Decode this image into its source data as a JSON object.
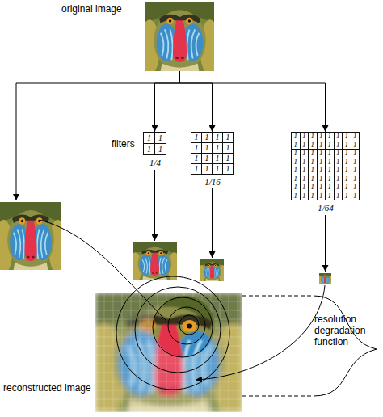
{
  "diagram": {
    "nodes": [
      {
        "text": [
          "original image"
        ]
      },
      {
        "text": [
          "1",
          "1",
          "1",
          "1",
          "1/4"
        ]
      },
      {
        "text": [
          "1",
          "1",
          "1",
          "1",
          "1",
          "1",
          "1",
          "1",
          "1",
          "1",
          "1",
          "1",
          "1",
          "1",
          "1",
          "1",
          "1/16"
        ]
      },
      {
        "text": [
          "1",
          "1",
          "1",
          "1",
          "1",
          "1",
          "1",
          "1",
          "1",
          "1",
          "1",
          "1",
          "1",
          "1",
          "1",
          "1",
          "1",
          "1",
          "1",
          "1",
          "1",
          "1",
          "1",
          "1",
          "1",
          "1",
          "1",
          "1",
          "1",
          "1",
          "1",
          "1",
          "1",
          "1",
          "1",
          "1",
          "1",
          "1",
          "1",
          "1",
          "1",
          "1",
          "1",
          "1",
          "1",
          "1",
          "1",
          "1",
          "1",
          "1",
          "1",
          "1",
          "1",
          "1",
          "1",
          "1",
          "1",
          "1",
          "1",
          "1",
          "1",
          "1",
          "1",
          "1",
          "1/64"
        ]
      },
      {
        "text": [
          "reconstructed image"
        ]
      }
    ],
    "edges": [
      {
        "from": 0,
        "to": 1,
        "arrow": "to"
      },
      {
        "from": 0,
        "to": 2,
        "arrow": "to"
      },
      {
        "from": 0,
        "to": 3,
        "arrow": "to"
      }
    ],
    "labels": [
      "filters",
      "resolution degradation function"
    ]
  }
}
